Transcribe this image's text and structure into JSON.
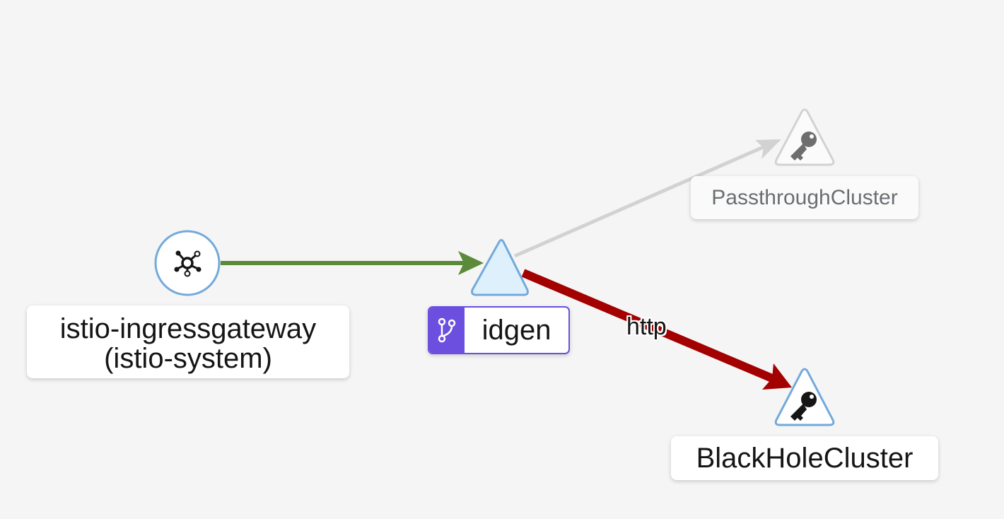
{
  "nodes": {
    "gateway": {
      "label_line1": "istio-ingressgateway",
      "label_line2": "(istio-system)",
      "icon": "gateway-network-icon"
    },
    "idgen": {
      "label": "idgen",
      "badge_icon": "version-branch-icon",
      "badge_color": "#6d4fe0"
    },
    "passthrough": {
      "label": "PassthroughCluster",
      "icon": "key-icon"
    },
    "blackhole": {
      "label": "BlackHoleCluster",
      "icon": "key-icon"
    }
  },
  "edges": {
    "gateway_to_idgen": {
      "color": "#5a8a3a"
    },
    "idgen_to_passthrough": {
      "color": "#d2d2d2"
    },
    "idgen_to_blackhole": {
      "color": "#a30000",
      "label": "http"
    }
  },
  "colors": {
    "node_border": "#73a9dc",
    "node_fill": "#def0fc",
    "background": "#f5f5f5"
  }
}
